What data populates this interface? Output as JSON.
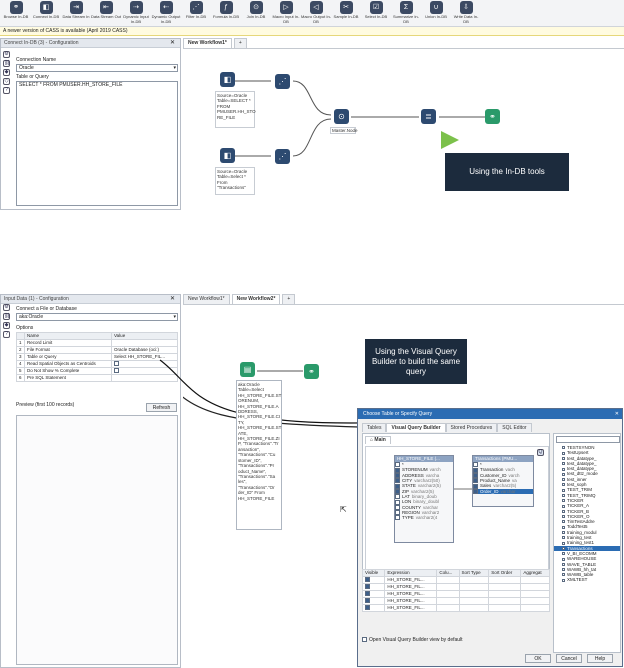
{
  "ribbon": [
    {
      "label": "Browse In-DB",
      "icon": "binoculars-icon"
    },
    {
      "label": "Connect In-DB",
      "icon": "database-icon"
    },
    {
      "label": "Data Stream In",
      "icon": "stream-in-icon"
    },
    {
      "label": "Data Stream Out",
      "icon": "stream-out-icon"
    },
    {
      "label": "Dynamic Input In-DB",
      "icon": "dynamic-input-icon"
    },
    {
      "label": "Dynamic Output In-DB",
      "icon": "dynamic-output-icon"
    },
    {
      "label": "Filter In-DB",
      "icon": "filter-icon"
    },
    {
      "label": "Formula In-DB",
      "icon": "formula-icon"
    },
    {
      "label": "Join In-DB",
      "icon": "join-icon"
    },
    {
      "label": "Macro Input In-DB",
      "icon": "macro-input-icon"
    },
    {
      "label": "Macro Output In-DB",
      "icon": "macro-output-icon"
    },
    {
      "label": "Sample In-DB",
      "icon": "sample-icon"
    },
    {
      "label": "Select In-DB",
      "icon": "select-icon"
    },
    {
      "label": "Summarize In-DB",
      "icon": "summarize-icon"
    },
    {
      "label": "Union In-DB",
      "icon": "union-icon"
    },
    {
      "label": "Write Data In-DB",
      "icon": "write-data-icon"
    }
  ],
  "notice": "A newer version of CASS is available (April 2019 CASS)",
  "top": {
    "config_title": "Connect In-DB (3) - Configuration",
    "connection_name_label": "Connection Name",
    "connection_name_value": "Oracle",
    "table_or_query_label": "Table or Query",
    "query": "SELECT * FROM PMUSER.HH_STORE_FILE",
    "tabs": [
      "New Workflow1*"
    ],
    "add_tab": "+",
    "annotation1": "Source=Oracle Table=SELECT * FROM PMUSER.HH_STO RE_FILE",
    "annotation2": "Source=Oracle Table=Select * From \"Transactions\"",
    "join_label": "Master.Node",
    "callout": "Using the In-DB tools"
  },
  "bottom": {
    "config_title": "Input Data (1) - Configuration",
    "connect_label": "Connect a File or Database",
    "connect_value": "aka:Oracle",
    "options_label": "Options",
    "options_header": [
      "Name",
      "Value"
    ],
    "options": [
      {
        "num": "1",
        "name": "Record Limit",
        "value": ""
      },
      {
        "num": "2",
        "name": "File Format",
        "value": "Oracle Database (oci:)"
      },
      {
        "num": "3",
        "name": "Table or Query",
        "value": "Select HH_STORE_FIL..."
      },
      {
        "num": "4",
        "name": "Read Spatial Objects as Centroids",
        "value": ""
      },
      {
        "num": "5",
        "name": "Do Not Show % Complete",
        "value": ""
      },
      {
        "num": "6",
        "name": "Pre SQL Statement",
        "value": ""
      }
    ],
    "preview_label": "Preview (first 100 records)",
    "refresh": "Refresh",
    "tabs": [
      "New Workflow1*",
      "New Workflow2*"
    ],
    "add_tab": "+",
    "annotation": "aka:Oracle Table=Select HH_STORE_FILE.ST ORENUM, HH_STORE_FILE.A DDRESS, HH_STORE_FILE.CI TY, HH_STORE_FILE.ST ATE, HH_STORE_FILE.ZI P, \"Transactions\".\"Tr ansaction\", \"Transactions\".\"Cu stomer_ID\", \"Transactions\".\"Pr oduct_Name\", \"Transactions\".\"Sa les\", \"Transactions\".\"Or der_ID\" From HH_STORE_FILE",
    "callout": "Using the Visual Query Builder to build the same query"
  },
  "dialog": {
    "title": "Choose Table or Specify Query",
    "tabs": [
      "Tables",
      "Visual Query Builder",
      "Stored Procedures",
      "SQL Editor"
    ],
    "main_tab": "Main",
    "table1_title": "HH_STORE_FILE (...",
    "table1_fields": [
      {
        "name": "*",
        "checked": false
      },
      {
        "name": "STORENUM",
        "type": "varch",
        "checked": true
      },
      {
        "name": "ADDRESS",
        "type": "varcha",
        "checked": true
      },
      {
        "name": "CITY",
        "type": "varchar2(50)",
        "checked": true
      },
      {
        "name": "STATE",
        "type": "varchar2(5)",
        "checked": true
      },
      {
        "name": "ZIP",
        "type": "varchar2(5)",
        "checked": true
      },
      {
        "name": "LAT",
        "type": "binary_doub",
        "checked": false
      },
      {
        "name": "LON",
        "type": "binary_doubl",
        "checked": false
      },
      {
        "name": "COUNTY",
        "type": "varchar",
        "checked": false
      },
      {
        "name": "REGION",
        "type": "varchar2",
        "checked": false
      },
      {
        "name": "TYPE",
        "type": "varchar2(4",
        "checked": false
      }
    ],
    "table2_title": "Transactions (PMU...",
    "table2_fields": [
      {
        "name": "*",
        "checked": false
      },
      {
        "name": "Transaction",
        "type": "vach",
        "checked": true
      },
      {
        "name": "Customer_ID",
        "type": "varch",
        "checked": true
      },
      {
        "name": "Product_Name",
        "type": "va",
        "checked": true
      },
      {
        "name": "Sales",
        "type": "varchar2(5)",
        "checked": true
      },
      {
        "name": "Order_ID",
        "type": "varchar",
        "checked": true
      }
    ],
    "grid_headers": [
      "Visible",
      "Expression",
      "Colu...",
      "Sort Type",
      "Sort Order",
      "Aggregat"
    ],
    "grid_rows": [
      "HH_STORE_FIL...",
      "HH_STORE_FIL...",
      "HH_STORE_FIL...",
      "HH_STORE_FIL...",
      "HH_STORE_FIL..."
    ],
    "object_list": [
      "TESTSYNON",
      "TestUpsert",
      "test_datatype_",
      "test_datatype_",
      "test_datatype_",
      "test_dttz_mode",
      "test_inner",
      "test_soph",
      "TEST_TRIM",
      "TEST_TRIMQ",
      "TICKER",
      "TICKER_A",
      "TICKER_B",
      "TICKER_O",
      "TimTestAddre",
      "ToddTest5",
      "training_modul",
      "training_test",
      "training_test1",
      "Transactions",
      "V_BI_ECOMM",
      "WAREHOUSE",
      "WAVE_TABLE",
      "WAWB_hh_tat",
      "WAWB_table",
      "XMLTEST"
    ],
    "selected_object": "Transactions",
    "checkbox_label": "Open Visual Query Builder view by default",
    "ok": "OK",
    "cancel": "Cancel",
    "help": "Help"
  }
}
